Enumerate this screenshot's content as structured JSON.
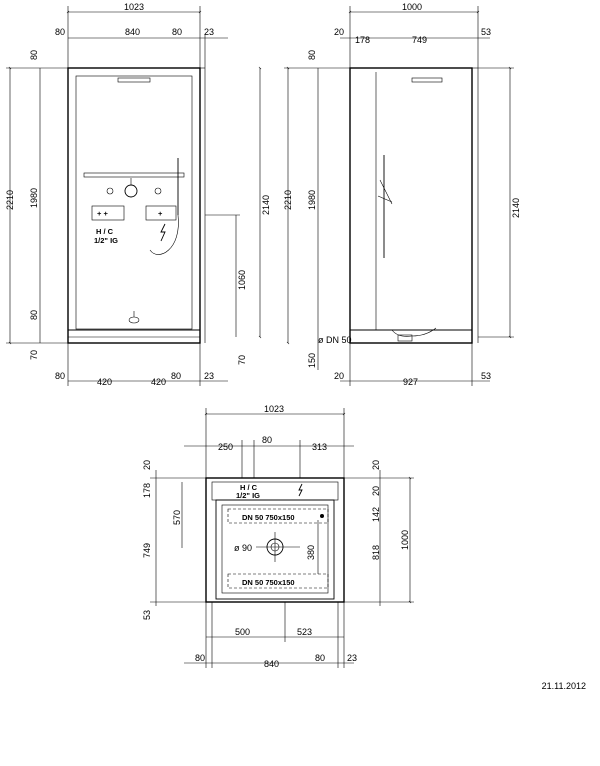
{
  "front": {
    "top_total": "1023",
    "top_left": "80",
    "top_mid": "840",
    "top_right": "80",
    "top_extra": "23",
    "left_total": "2210",
    "left_top": "80",
    "left_mid": "1980",
    "left_lower": "80",
    "left_bottom": "70",
    "right_total": "2140",
    "right_mid": "1060",
    "right_bottom": "70",
    "bottom_l": "80",
    "bottom_a": "420",
    "bottom_b": "420",
    "bottom_r": "80",
    "bottom_extra": "23",
    "label_hc": "H / C",
    "label_ig": "1/2\" IG"
  },
  "side": {
    "top_total": "1000",
    "top_a": "20",
    "top_b": "178",
    "top_c": "749",
    "top_d": "53",
    "left_total": "2210",
    "left_top": "80",
    "left_mid": "1980",
    "left_bottom": "150",
    "right_total": "2140",
    "drain": "ø DN 50",
    "bottom_a": "20",
    "bottom_b": "927",
    "bottom_c": "53"
  },
  "plan": {
    "top_total": "1023",
    "top_a": "250",
    "top_b": "80",
    "top_c": "313",
    "left_a": "20",
    "left_b": "178",
    "left_c": "570",
    "left_d": "749",
    "left_e": "53",
    "right_a": "20",
    "right_b": "20",
    "right_c": "142",
    "right_d": "818",
    "right_e": "1000",
    "inner_380": "380",
    "drain_top": "DN 50   750x150",
    "drain_bottom": "DN 50   750x150",
    "center": "ø 90",
    "label_hc": "H / C",
    "label_ig": "1/2\" IG",
    "bottom_a": "500",
    "bottom_b": "523",
    "bottom2_l": "80",
    "bottom2_mid": "840",
    "bottom2_r": "80",
    "bottom2_extra": "23"
  },
  "date": "21.11.2012",
  "icons": [
    "lightning-icon",
    "mixer-valve-icon",
    "shower-head-icon",
    "drain-icon"
  ]
}
